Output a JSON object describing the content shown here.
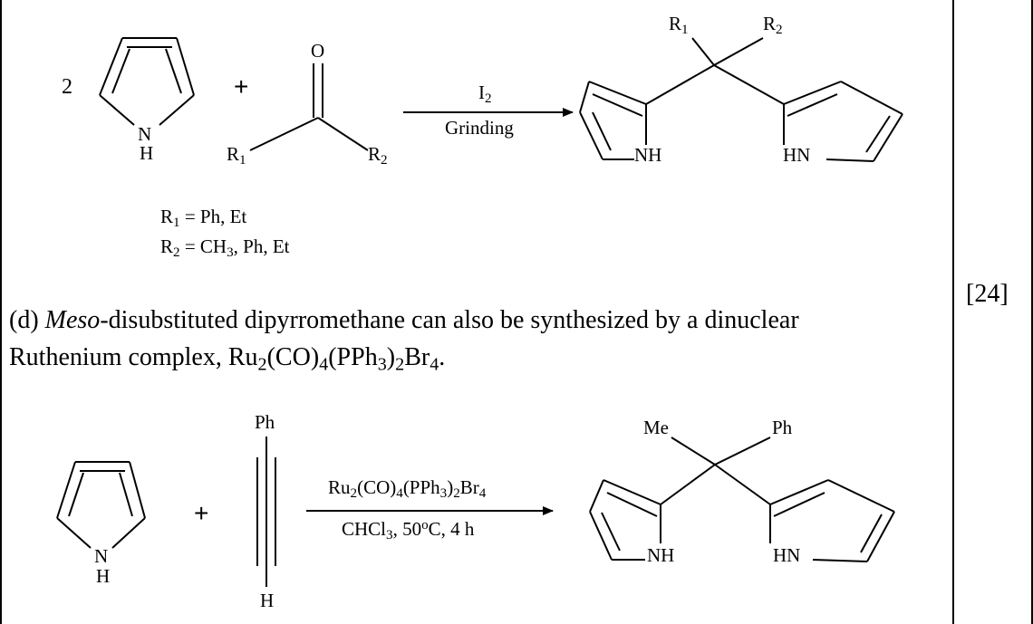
{
  "reference": "[24]",
  "scheme1": {
    "coefficient": "2",
    "plus": "+",
    "pyrrole_n": "N",
    "pyrrole_h": "H",
    "ketone_o": "O",
    "r1": "R",
    "r1_sub": "1",
    "r2": "R",
    "r2_sub": "2",
    "reagent": "I",
    "reagent_sub": "2",
    "condition": "Grinding",
    "nh_left": "NH",
    "nh_right": "HN",
    "def1_lhs": "R",
    "def1_sub": "1",
    "def1_rhs": " = Ph, Et",
    "def2_lhs": "R",
    "def2_sub": "2",
    "def2_mid": " = CH",
    "def2_sub2": "3",
    "def2_rhs": ", Ph, Et"
  },
  "text_d": {
    "prefix": "(d) ",
    "italic": "Meso",
    "line1_rest": "-disubstituted dipyrromethane can also be synthesized by a dinuclear",
    "line2_start": "Ruthenium complex, Ru",
    "sub_a": "2",
    "mid_b": "(CO)",
    "sub_b": "4",
    "mid_c": "(PPh",
    "sub_c": "3",
    "mid_d": ")",
    "sub_d": "2",
    "mid_e": "Br",
    "sub_e": "4",
    "end": "."
  },
  "scheme2": {
    "plus": "+",
    "pyrrole_n": "N",
    "pyrrole_h": "H",
    "alkyne_top": "Ph",
    "alkyne_bottom": "H",
    "cat_a": "Ru",
    "cat_sub_a": "2",
    "cat_b": "(CO)",
    "cat_sub_b": "4",
    "cat_c": "(PPh",
    "cat_sub_c": "3",
    "cat_d": ")",
    "cat_sub_d": "2",
    "cat_e": "Br",
    "cat_sub_e": "4",
    "cond_a": "CHCl",
    "cond_sub": "3",
    "cond_b": ", 50",
    "cond_sup": "o",
    "cond_c": "C, 4 h",
    "me": "Me",
    "ph": "Ph",
    "nh_left": "NH",
    "nh_right": "HN"
  }
}
